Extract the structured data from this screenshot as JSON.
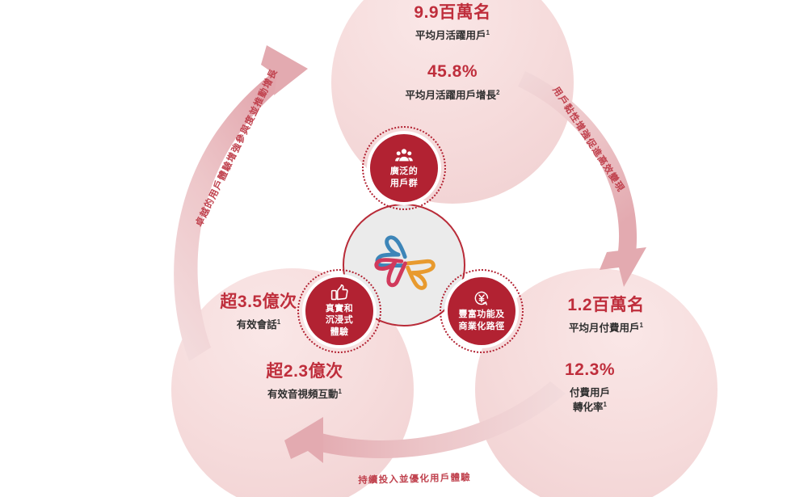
{
  "theme": {
    "accent_red": "#bf2e3c",
    "badge_red": "#b22232",
    "bubble_pink": "#f6dcdc",
    "arrow_pink": "#e3aab0",
    "center_gray": "#ebebeb",
    "logo_blue": "#3d85b8",
    "logo_orange": "#e89a2e",
    "logo_crimson": "#d13a5c"
  },
  "center": {
    "logo_name": "tri-color-pinwheel-logo"
  },
  "badges": [
    {
      "id": "broad-user-base",
      "icon": "users-icon",
      "label": "廣泛的\n用戶群"
    },
    {
      "id": "authentic-immersive-experience",
      "icon": "thumbs-up-icon",
      "label": "真實和\n沉浸式\n體驗"
    },
    {
      "id": "rich-features-monetization",
      "icon": "currency-cycle-icon",
      "label": "豐富功能及\n商業化路徑"
    }
  ],
  "bubbles": {
    "top": {
      "id": "mau-bubble",
      "stats": [
        {
          "value": "9.9百萬名",
          "label": "平均月活躍用戶",
          "note": "1"
        },
        {
          "value": "45.8%",
          "label": "平均月活躍用戶增長",
          "note": "2"
        }
      ]
    },
    "right": {
      "id": "paying-users-bubble",
      "stats": [
        {
          "value": "1.2百萬名",
          "label": "平均月付費用戶",
          "note": "1"
        },
        {
          "value": "12.3%",
          "label_line1": "付費用戶",
          "label_line2": "轉化率",
          "note": "1"
        }
      ]
    },
    "left": {
      "id": "engagement-bubble",
      "stats": [
        {
          "value": "超3.5億次",
          "label": "有效會話",
          "note": "1"
        },
        {
          "value": "超2.3億次",
          "label": "有效音視頻互動",
          "note": "1"
        }
      ]
    }
  },
  "arrows": [
    {
      "id": "left-arrow",
      "caption": "卓越的用戶體驗增強參與度並推動增長"
    },
    {
      "id": "right-arrow",
      "caption": "用戶黏性增強促進高效變現"
    },
    {
      "id": "bottom-arrow",
      "caption": "持續投入並優化用戶體驗"
    }
  ]
}
